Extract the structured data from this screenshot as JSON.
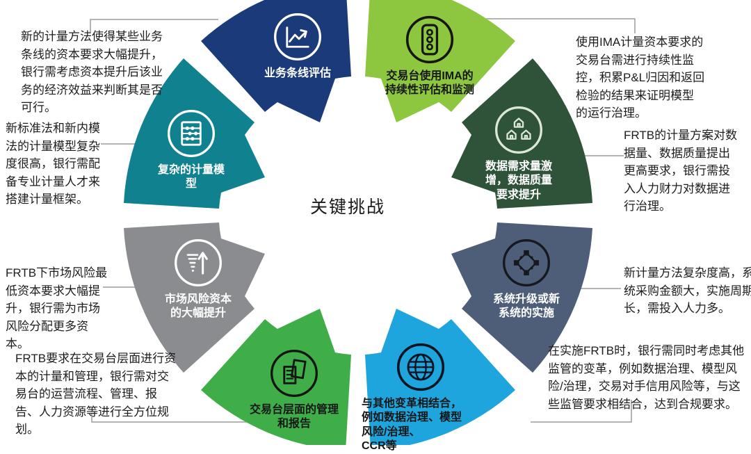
{
  "title": {
    "text": "关键挑战"
  },
  "diagram": {
    "connector_color": "#9b9b9b",
    "background": "#ffffff"
  },
  "segments": [
    {
      "id": "business-line-assessment",
      "label": "业务条线评估",
      "color": "#1b3a7a",
      "text_color": "#ffffff",
      "icon": "line-chart-icon"
    },
    {
      "id": "ima-continuous-monitoring",
      "label": "交易台使用IMA的\n持续性评估和监测",
      "color": "#8dc63f",
      "text_color": "#161616",
      "icon": "traffic-light-icon"
    },
    {
      "id": "data-demand-quality",
      "label": "数据需求量激\n增，数据质量\n要求提升",
      "color": "#2e5339",
      "text_color": "#ffffff",
      "icon": "buildings-icon"
    },
    {
      "id": "system-upgrade",
      "label": "系统升级或新\n系统的实施",
      "color": "#4e5d78",
      "text_color": "#ffffff",
      "icon": "network-nodes-icon"
    },
    {
      "id": "combine-other-changes",
      "label": "与其他变革相结合，\n例如数据治理、模型\n风险/治理、\nCCR等",
      "color": "#1ea5dd",
      "text_color": "#161616",
      "icon": "globe-icon"
    },
    {
      "id": "desk-level-management",
      "label": "交易台层面的管理\n和报告",
      "color": "#3fae49",
      "text_color": "#161616",
      "icon": "documents-icon"
    },
    {
      "id": "market-risk-capital-rise",
      "label": "市场风险资本\n的大幅提升",
      "color": "#8a8c8f",
      "text_color": "#ffffff",
      "icon": "rising-arrow-icon"
    },
    {
      "id": "complex-measurement-models",
      "label": "复杂的计量模\n型",
      "color": "#10828f",
      "text_color": "#ffffff",
      "icon": "abacus-icon"
    }
  ],
  "annotations": [
    {
      "id": "note-business-line",
      "text": "新的计量方法使得某些业务\n条线的资本要求大幅提升，\n银行需考虑资本提升后该业\n务的经济效益来判断其是否\n可行。"
    },
    {
      "id": "note-complex-models",
      "text": "新标准法和新内模\n法的计量模型复杂\n度很高，银行需配\n备专业计量人才来\n搭建计量框架。"
    },
    {
      "id": "note-market-risk",
      "text": "FRTB下市场风险最\n低资本要求大幅提\n升，银行需为市场\n风险分配更多资\n本。"
    },
    {
      "id": "note-desk-management",
      "text": "FRTB要求在交易台层面进行资\n本的计量和管理，银行需对交\n易台的运营流程、管理、报\n告、人力资源等进行全方位规\n划。"
    },
    {
      "id": "note-ima-monitoring",
      "text": "使用IMA计量资本要求的\n交易台需进行持续性监\n控，积累P&L归因和返回\n检验的结果来证明模型\n的运行治理。"
    },
    {
      "id": "note-data-quality",
      "text": "FRTB的计量方案对数\n据量、数据质量提出\n更高要求，银行需投\n入人力财力对数据进\n行治理。"
    },
    {
      "id": "note-system-cost",
      "text": "新计量方法复杂度高，系\n统采购金额大，实施周期\n长，需投入人力多。"
    },
    {
      "id": "note-compliance",
      "text": "在实施FRTB时，银行需同时考虑其他\n监管的变革，例如数据治理、模型风\n险/治理，交易对手信用风险等，与这\n些监管要求相结合，达到合规要求。"
    }
  ]
}
